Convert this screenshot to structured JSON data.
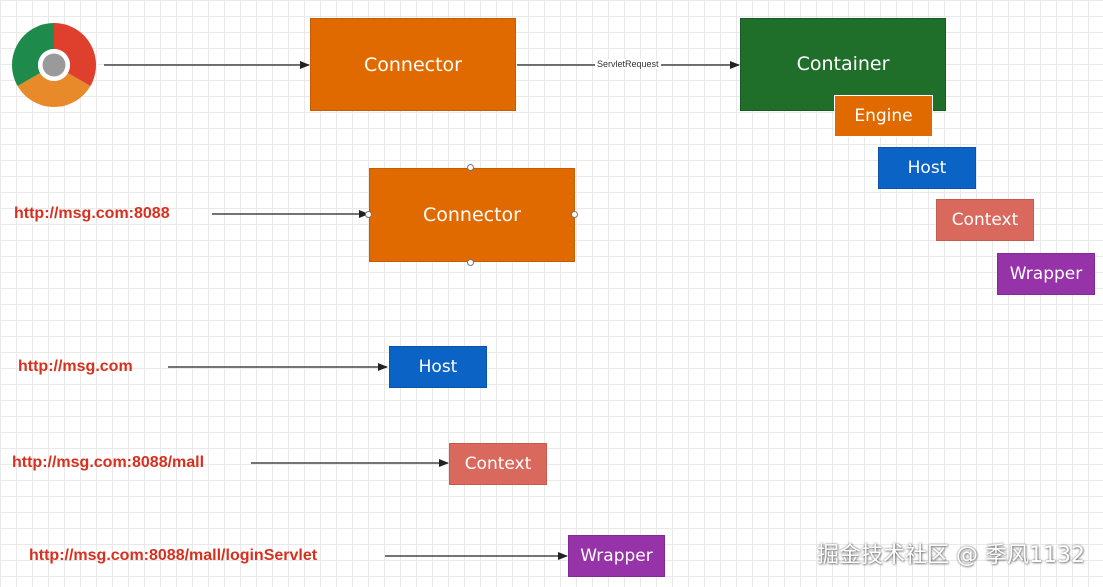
{
  "top_row": {
    "connector_label": "Connector",
    "edge_label": "ServletRequest",
    "container_label": "Container",
    "engine_label": "Engine"
  },
  "hierarchy": {
    "host_label": "Host",
    "context_label": "Context",
    "wrapper_label": "Wrapper"
  },
  "mappings": {
    "connector": {
      "url": "http://msg.com:8088",
      "label": "Connector"
    },
    "host": {
      "url": "http://msg.com",
      "label": "Host"
    },
    "context": {
      "url": "http://msg.com:8088/mall",
      "label": "Context"
    },
    "wrapper": {
      "url": "http://msg.com:8088/mall/loginServlet",
      "label": "Wrapper"
    }
  },
  "colors": {
    "orange": "#e06a00",
    "green": "#1f6e2a",
    "blue": "#0b63c6",
    "salmon": "#d9685d",
    "purple": "#9633a8",
    "url_red": "#d7301e"
  },
  "icons": {
    "browser": "chrome-icon"
  },
  "watermark": "掘金技术社区 @ 季风1132"
}
